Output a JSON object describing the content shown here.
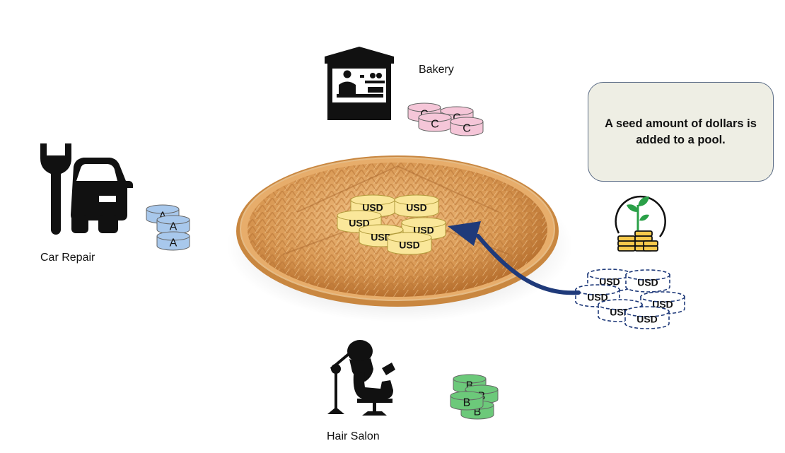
{
  "businesses": {
    "bakery": {
      "name": "Bakery",
      "icon": "bakery-stall-icon",
      "token": "C",
      "token_color": "#f5c6d8"
    },
    "car_repair": {
      "name": "Car Repair",
      "icon": "car-repair-wrench-icon",
      "token": "A",
      "token_color": "#a8c8ec"
    },
    "hair_salon": {
      "name": "Hair Salon",
      "icon": "hair-salon-chair-icon",
      "token": "B",
      "token_color": "#6cc97a"
    }
  },
  "pool": {
    "icon": "woven-basket-icon",
    "coin_label": "USD",
    "coin_color": "#fae79a"
  },
  "seed": {
    "icon": "plant-coins-icon",
    "coin_label": "USD",
    "arrow_color": "#1f3a7a"
  },
  "callout": {
    "text": "A seed amount of dollars is added to a pool."
  }
}
